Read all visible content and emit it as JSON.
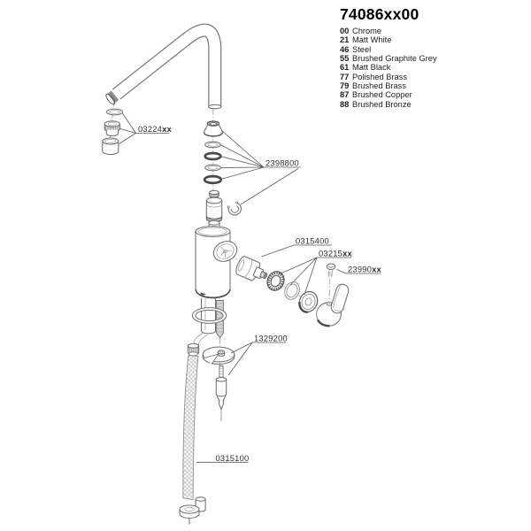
{
  "product": {
    "code_title": "74086xx00"
  },
  "finishes": [
    {
      "code": "00",
      "name": "Chrome"
    },
    {
      "code": "21",
      "name": "Matt White"
    },
    {
      "code": "46",
      "name": "Steel"
    },
    {
      "code": "55",
      "name": "Brushed Graphite Grey"
    },
    {
      "code": "61",
      "name": "Matt Black"
    },
    {
      "code": "77",
      "name": "Polished Brass"
    },
    {
      "code": "79",
      "name": "Brushed Brass"
    },
    {
      "code": "87",
      "name": "Brushed Copper"
    },
    {
      "code": "88",
      "name": "Brushed Bronze"
    }
  ],
  "labels": {
    "aerator": {
      "num": "03224",
      "suffix": "xx"
    },
    "spout_seals": {
      "num": "2398800",
      "suffix": ""
    },
    "cartridge": {
      "num": "0315400",
      "suffix": ""
    },
    "handle_cap": {
      "num": "03215",
      "suffix": "xx"
    },
    "handle_screw": {
      "num": "23990",
      "suffix": "xx"
    },
    "mounting_set": {
      "num": "1329200",
      "suffix": ""
    },
    "supply_hose": {
      "num": "0315100",
      "suffix": ""
    }
  },
  "colors": {
    "background": "#ffffff",
    "line_art": "#6f6f6f",
    "accent_dark": "#4a4a4a",
    "text": "#1a1a1a"
  }
}
